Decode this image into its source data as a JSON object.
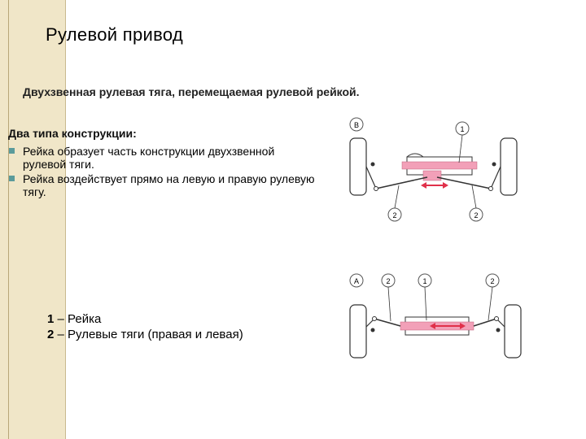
{
  "title": "Рулевой привод",
  "subtitle": "Двухзвенная рулевая тяга, перемещаемая рулевой рейкой.",
  "section_label": "Два типа конструкции:",
  "bullets": [
    "Рейка образует часть конструкции двухзвенной рулевой тяги.",
    "Рейка воздействует прямо на левую и правую рулевую тягу."
  ],
  "legend": [
    {
      "num": "1",
      "text": " – Рейка"
    },
    {
      "num": "2",
      "text": " – Рулевые тяги (правая и левая)"
    }
  ],
  "diagram_b": {
    "tag": "B",
    "callouts": [
      "1",
      "2",
      "2"
    ]
  },
  "diagram_a": {
    "tag": "A",
    "callouts": [
      "2",
      "1",
      "2"
    ]
  },
  "colors": {
    "rack": "#f2a0b8",
    "arrow": "#e0304a",
    "bullet": "#5b9b9b",
    "sidebar": "#f0e6c8"
  }
}
